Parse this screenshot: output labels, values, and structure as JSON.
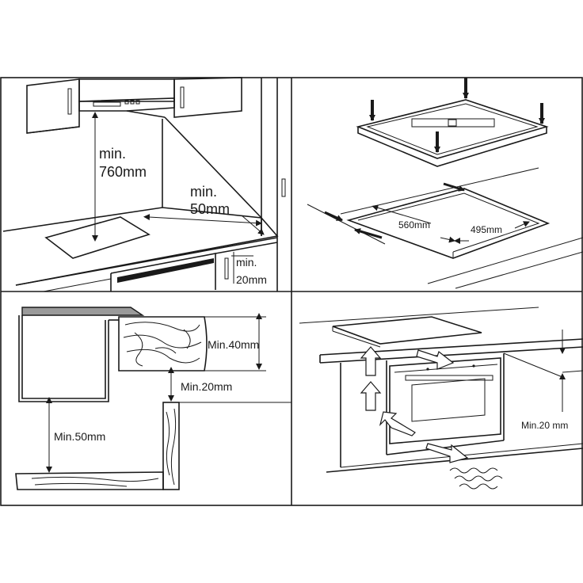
{
  "panels": {
    "top_left": {
      "label_height_1": "min.",
      "label_height_2": "760mm",
      "label_side_1": "min.",
      "label_side_2": "50mm",
      "label_bottom_1": "min.",
      "label_bottom_2": "20mm"
    },
    "top_right": {
      "label_width": "560mm",
      "label_depth": "495mm"
    },
    "bottom_left": {
      "label_top": "Min.40mm",
      "label_gap": "Min.20mm",
      "label_left": "Min.50mm"
    },
    "bottom_right": {
      "label_right": "Min.20 mm"
    }
  },
  "colors": {
    "line": "#1a1a1a",
    "worktop_top": "#9a9a9a"
  }
}
